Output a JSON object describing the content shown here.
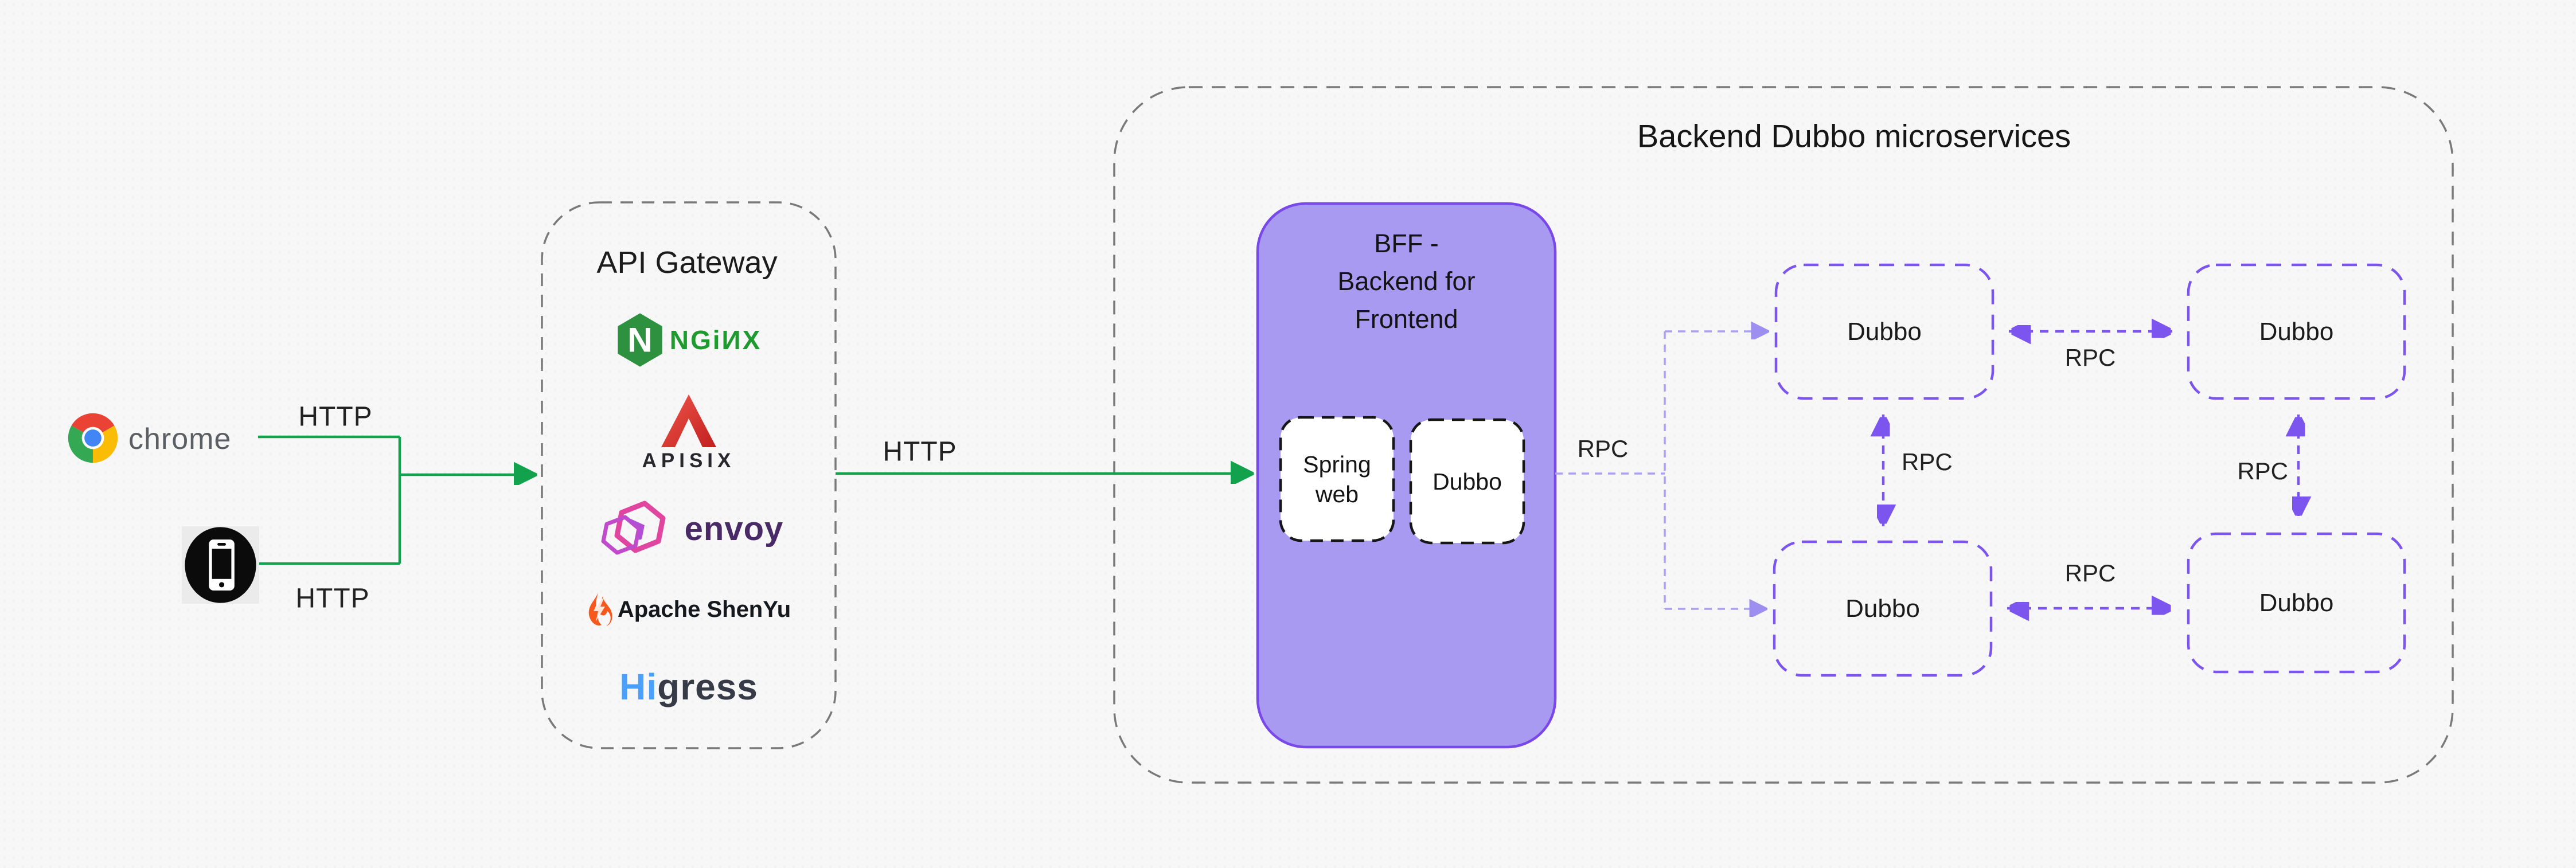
{
  "colors": {
    "background": "#f7f7f8",
    "green_arrow": "#12a24e",
    "purple_arrow": "#7c55ee",
    "lavender_arrow": "#aba0f2",
    "gray_dash": "#7a7a7a",
    "bff_fill": "#a89af1",
    "bff_border": "#7848e8",
    "chrome_red": "#EA4335",
    "chrome_yellow": "#FBBC05",
    "chrome_green": "#34A853",
    "chrome_blue": "#4285F4",
    "nginx_green": "#2e9140",
    "apisix_red": "#d9281c",
    "envoy_pink": "#e0459f",
    "shenyu_orange": "#f7581d",
    "higress_blue": "#4aa0fb"
  },
  "clients": {
    "chrome_label": "chrome",
    "http_top": "HTTP",
    "http_bottom": "HTTP",
    "mobile_icon": "smartphone-icon"
  },
  "api_gateway": {
    "title": "API Gateway",
    "nginx": {
      "letter": "N",
      "wordmark": "NGiИX"
    },
    "apisix": {
      "wordmark": "APISIX"
    },
    "envoy": {
      "wordmark": "envoy"
    },
    "shenyu": {
      "wordmark": "Apache ShenYu"
    },
    "higress": {
      "part1": "Hi",
      "part2": "gress"
    }
  },
  "flow": {
    "http_mid": "HTTP"
  },
  "backend": {
    "title": "Backend Dubbo microservices",
    "bff": {
      "title_lines": [
        "BFF -",
        "Backend for",
        "Frontend"
      ],
      "chips": [
        {
          "label": "Spring web"
        },
        {
          "label": "Dubbo"
        }
      ]
    },
    "nodes": [
      {
        "label": "Dubbo"
      },
      {
        "label": "Dubbo"
      },
      {
        "label": "Dubbo"
      },
      {
        "label": "Dubbo"
      }
    ],
    "edges": {
      "bff_rpc": "RPC",
      "top_rpc": "RPC",
      "left_rpc": "RPC",
      "right_rpc": "RPC",
      "bottom_rpc": "RPC"
    }
  }
}
